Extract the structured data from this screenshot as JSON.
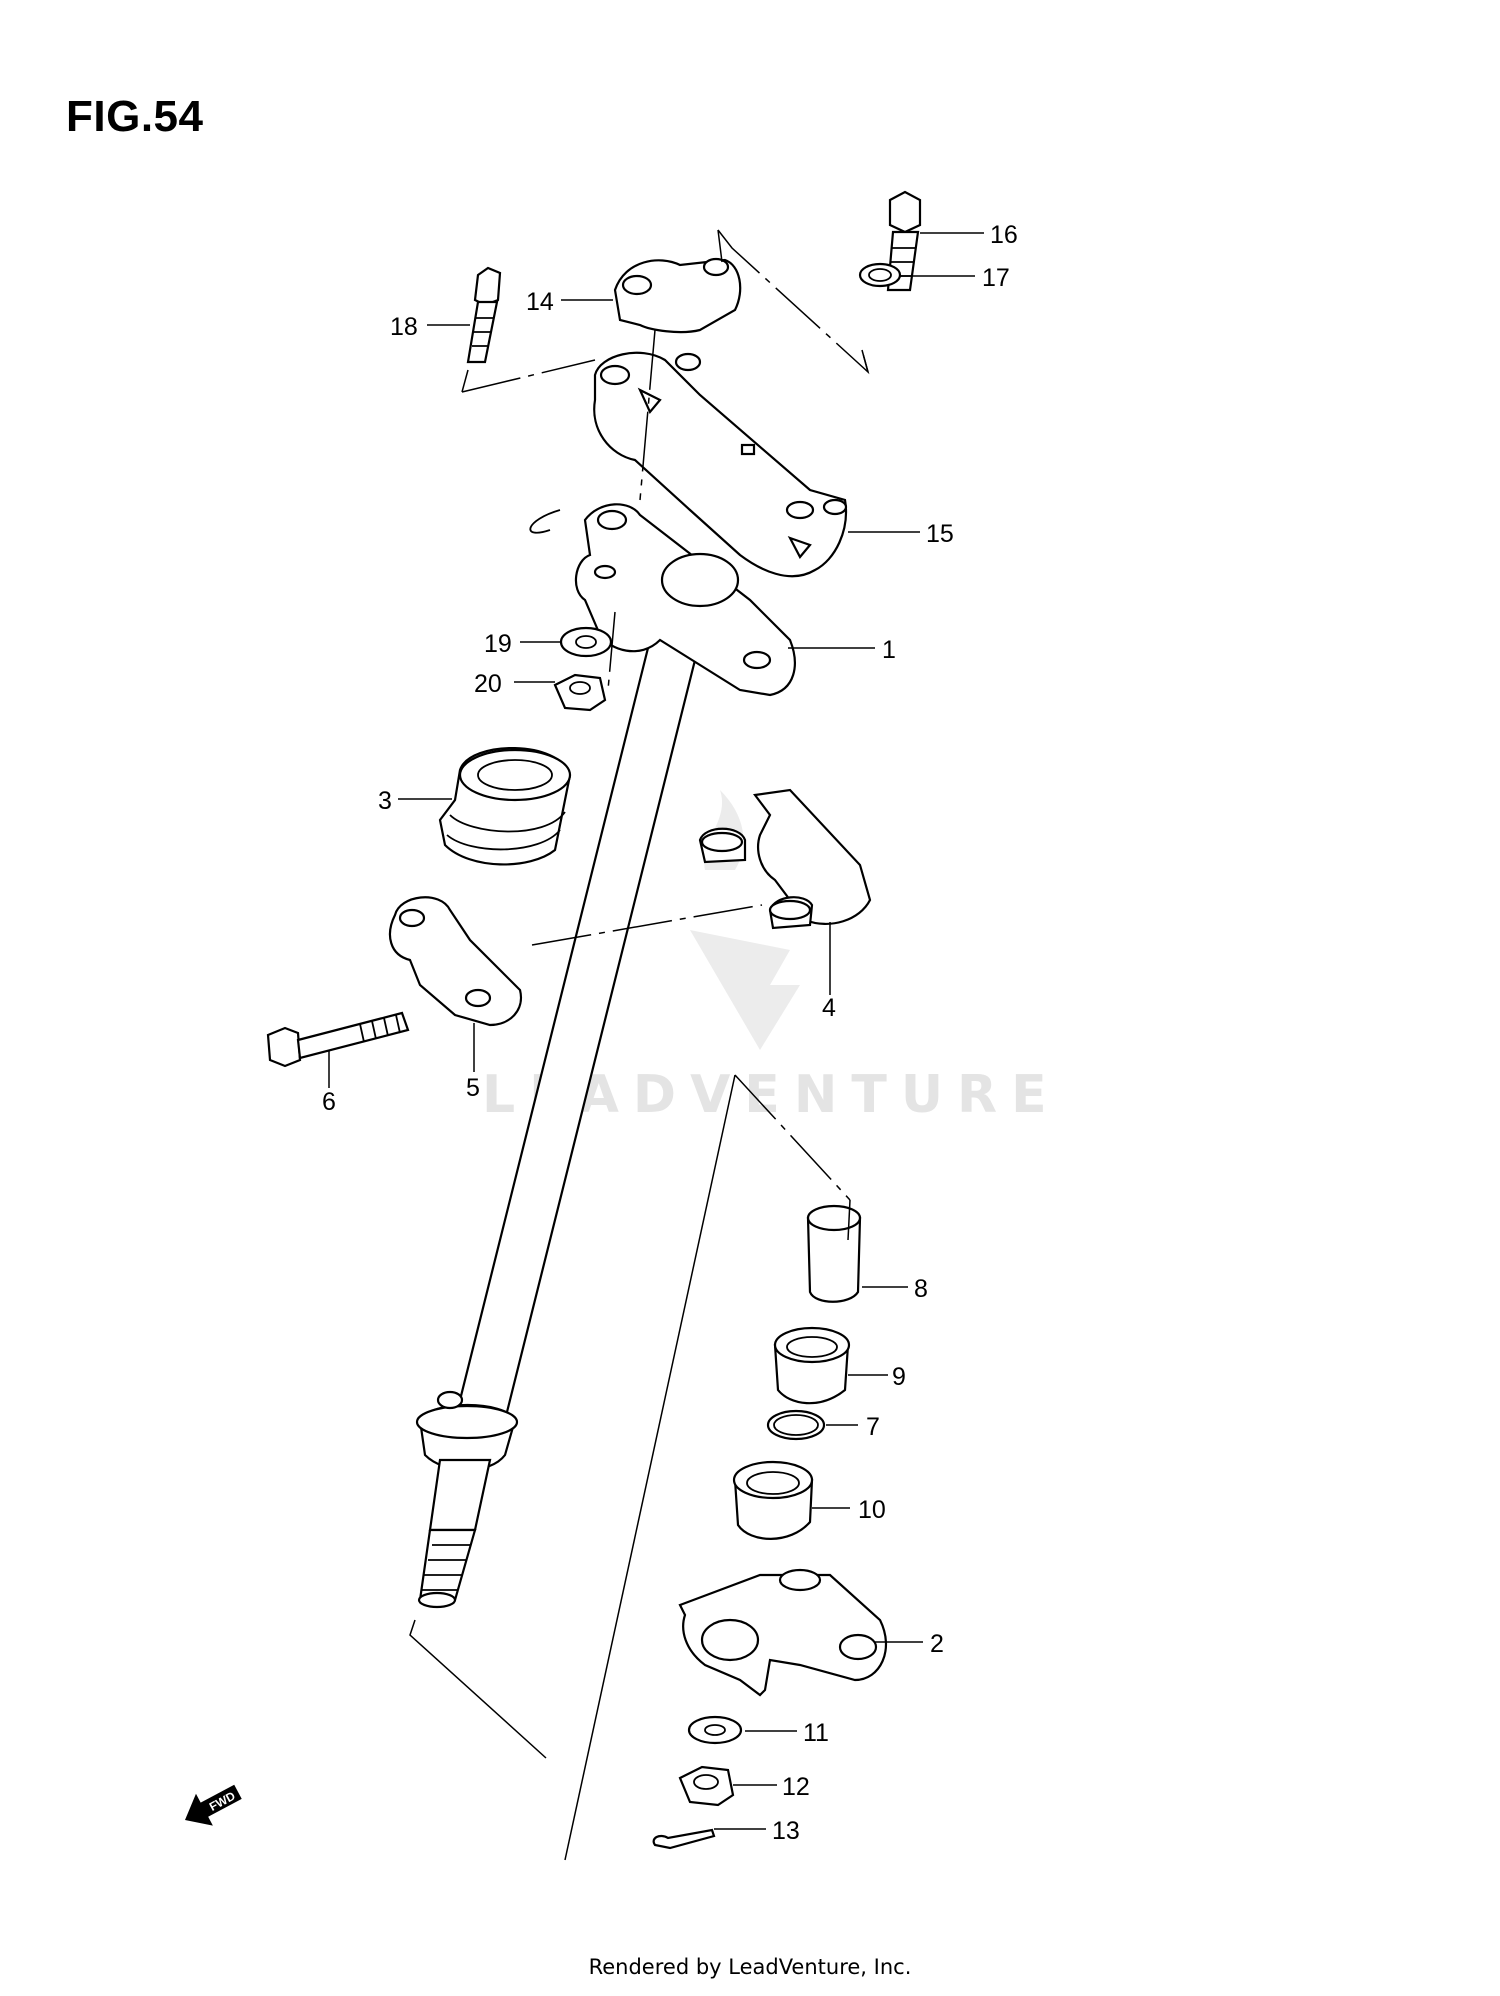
{
  "figure": {
    "title": "FIG.54"
  },
  "watermark": {
    "text": "LEADVENTURE"
  },
  "fwd_arrow": {
    "text": "FWD"
  },
  "footer": {
    "text": "Rendered by LeadVenture, Inc."
  },
  "callouts": [
    "1",
    "2",
    "3",
    "4",
    "5",
    "6",
    "7",
    "8",
    "9",
    "10",
    "11",
    "12",
    "13",
    "14",
    "15",
    "16",
    "17",
    "18",
    "19",
    "20"
  ]
}
